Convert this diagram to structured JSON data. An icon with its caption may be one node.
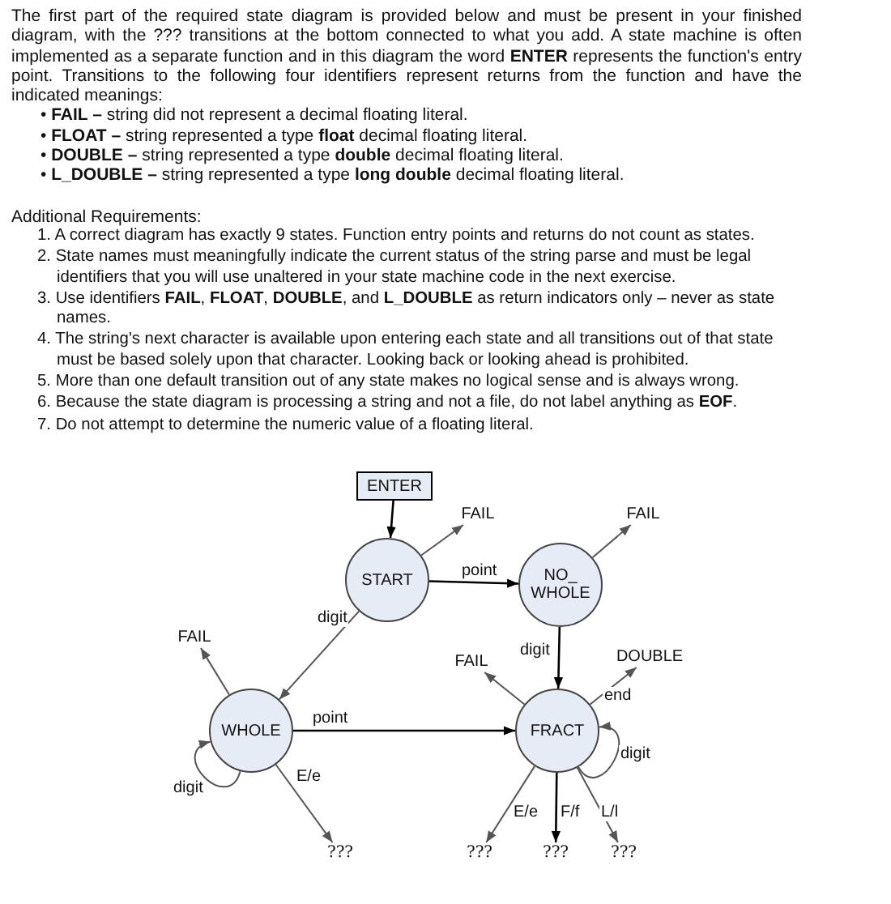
{
  "diagram": {
    "nodes": [
      {
        "text": [
          "ENTER"
        ]
      },
      {
        "text": [
          "FAIL"
        ]
      },
      {
        "text": [
          "FAIL"
        ]
      },
      {
        "text": [
          "START"
        ]
      },
      {
        "text": [
          "NO_ WHOLE"
        ]
      },
      {
        "text": [
          "FAIL"
        ]
      },
      {
        "text": [
          "FAIL"
        ]
      },
      {
        "text": [
          "DOUBLE"
        ]
      },
      {
        "text": [
          "WHOLE"
        ]
      },
      {
        "text": [
          "FRACT"
        ]
      },
      {
        "text": [
          "???"
        ]
      },
      {
        "text": [
          "???"
        ]
      },
      {
        "text": [
          "???"
        ]
      },
      {
        "text": [
          "???"
        ]
      }
    ],
    "edges": [
      {
        "from": 0,
        "to": 3,
        "arrow": "to",
        "color": "#000000"
      },
      {
        "from": 3,
        "to": 1,
        "arrow": "to"
      },
      {
        "from": 3,
        "to": 4,
        "arrow": "to",
        "label": "point",
        "color": "#000000"
      },
      {
        "from": 3,
        "to": 8,
        "arrow": "to",
        "label": "digit"
      },
      {
        "from": 4,
        "to": 2,
        "arrow": "to"
      },
      {
        "from": 4,
        "to": 9,
        "arrow": "to",
        "label": "digit",
        "color": "#000000"
      },
      {
        "from": 8,
        "to": 5,
        "arrow": "to"
      },
      {
        "from": 8,
        "to": 8,
        "arrow": "to",
        "label": "digit"
      },
      {
        "from": 8,
        "to": 9,
        "arrow": "to",
        "label": "point",
        "color": "#000000"
      },
      {
        "from": 8,
        "to": 10,
        "arrow": "to",
        "label": "E/e"
      },
      {
        "from": 9,
        "to": 6,
        "arrow": "to"
      },
      {
        "from": 9,
        "to": 7,
        "arrow": "to",
        "label": "end"
      },
      {
        "from": 9,
        "to": 9,
        "arrow": "to",
        "label": "digit"
      },
      {
        "from": 9,
        "to": 11,
        "arrow": "to",
        "label": "E/e"
      },
      {
        "from": 9,
        "to": 12,
        "arrow": "to",
        "label": "F/f",
        "color": "#000000"
      },
      {
        "from": 9,
        "to": 13,
        "arrow": "to",
        "label": "L/l"
      }
    ],
    "labels": [
      "The first part of the required state diagram is provided below and must be present in your finished diagram, with the ??? transitions at the bottom connected to what you add.  A state machine is often implemented as a separate function and in this diagram the word **ENTER** represents the function's entry point.  Transitions to the following four identifiers represent returns from the function and have the indicated meanings:",
      "• **FAIL –** string did not represent a decimal floating literal.",
      "• **FLOAT –** string represented a type **float** decimal floating literal.",
      "• **DOUBLE –** string represented a type **double** decimal floating literal.",
      "• **L_DOUBLE –** string represented a type **long double** decimal floating literal.",
      "Additional Requirements:",
      "1. A correct diagram has exactly 9 states.  Function entry points and returns do not count as states.",
      "2. State names must meaningfully indicate the current status of the string parse and must be legal identifiers that you will use unaltered in your state machine code in the next exercise.",
      "3. Use identifiers **FAIL**, **FLOAT**, **DOUBLE**, and **L_DOUBLE** as return indicators only – never as state names.",
      "4. The string's next character is available upon entering each state and all transitions out of that state must be based solely upon that character.  Looking back or looking ahead is prohibited.",
      "5. More than one default transition out of any state makes no logical sense and is always wrong.",
      "6. Because the state diagram is processing a string and not a file, do not label anything as **EOF**.",
      "7. Do not attempt to determine the numeric value of a floating literal."
    ]
  }
}
